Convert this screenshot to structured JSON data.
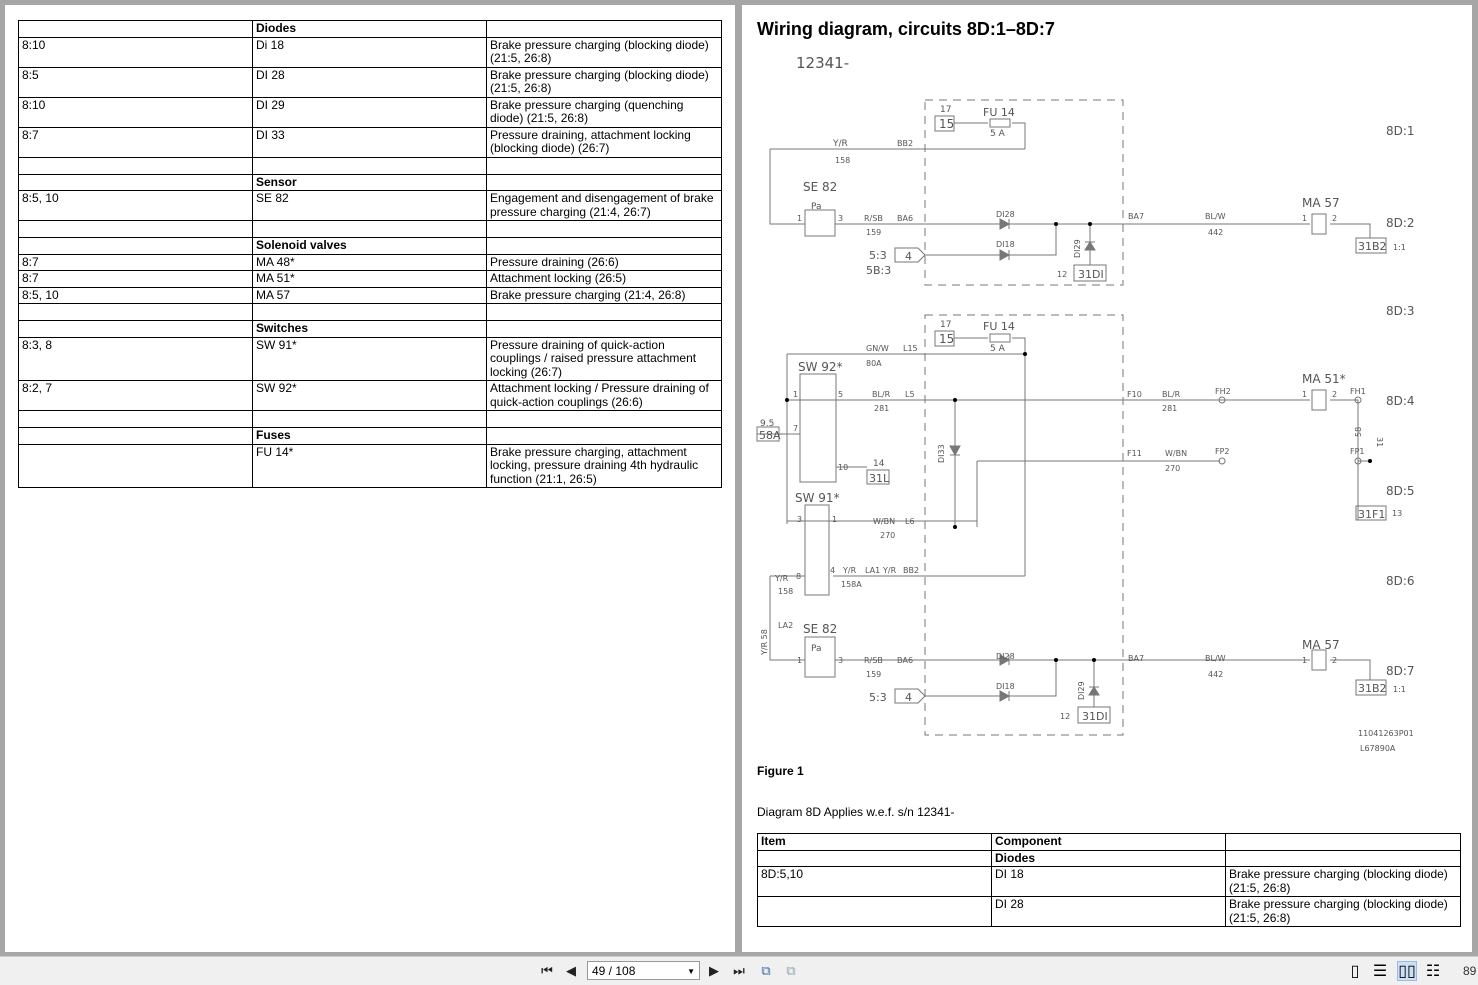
{
  "left_page": {
    "table": [
      {
        "type": "header",
        "cells": [
          "",
          "Diodes",
          ""
        ]
      },
      {
        "cells": [
          "8:10",
          "Di 18",
          "Brake pressure charging (blocking diode) (21:5, 26:8)"
        ]
      },
      {
        "cells": [
          "8:5",
          "DI 28",
          "Brake pressure charging (blocking diode) (21:5, 26:8)"
        ]
      },
      {
        "cells": [
          "8:10",
          "DI 29",
          "Brake pressure charging (quenching diode) (21:5, 26:8)"
        ]
      },
      {
        "cells": [
          "8:7",
          "DI 33",
          "Pressure draining, attachment locking (blocking diode) (26:7)"
        ]
      },
      {
        "type": "empty",
        "cells": [
          "",
          "",
          ""
        ]
      },
      {
        "type": "header",
        "cells": [
          "",
          "Sensor",
          ""
        ]
      },
      {
        "cells": [
          "8:5, 10",
          "SE 82",
          "Engagement and disengagement of brake pressure charging (21:4, 26:7)"
        ]
      },
      {
        "type": "empty",
        "cells": [
          "",
          "",
          ""
        ]
      },
      {
        "type": "header",
        "cells": [
          "",
          "Solenoid valves",
          ""
        ]
      },
      {
        "cells": [
          "8:7",
          "MA 48*",
          "Pressure draining (26:6)"
        ]
      },
      {
        "cells": [
          "8:7",
          "MA 51*",
          "Attachment locking (26:5)"
        ]
      },
      {
        "cells": [
          "8:5, 10",
          "MA 57",
          "Brake pressure charging (21:4, 26:8)"
        ]
      },
      {
        "type": "empty",
        "cells": [
          "",
          "",
          ""
        ]
      },
      {
        "type": "header",
        "cells": [
          "",
          "Switches",
          ""
        ]
      },
      {
        "cells": [
          "8:3, 8",
          "SW 91*",
          "Pressure draining of quick-action couplings / raised pressure attachment locking (26:7)"
        ]
      },
      {
        "cells": [
          "8:2, 7",
          "SW 92*",
          "Attachment locking / Pressure draining of quick-action couplings (26:6)"
        ]
      },
      {
        "type": "empty",
        "cells": [
          "",
          "",
          ""
        ]
      },
      {
        "type": "header",
        "cells": [
          "",
          "Fuses",
          ""
        ]
      },
      {
        "cells": [
          "",
          "FU 14*",
          "Brake pressure charging, attachment locking, pressure draining 4th hydraulic function (21:1, 26:5)"
        ]
      }
    ]
  },
  "right_page": {
    "title": "Wiring diagram, circuits 8D:1–8D:7",
    "figure_label": "Figure 1",
    "applies_text": "Diagram 8D Applies w.e.f. s/n 12341-",
    "table": [
      {
        "type": "header",
        "cells": [
          "Item",
          "Component",
          ""
        ]
      },
      {
        "type": "header",
        "cells": [
          "",
          "Diodes",
          ""
        ]
      },
      {
        "cells": [
          "8D:5,10",
          "DI 18",
          "Brake pressure charging (blocking diode) (21:5, 26:8)"
        ]
      },
      {
        "cells": [
          "",
          "DI 28",
          "Brake pressure charging (blocking diode) (21:5, 26:8)"
        ]
      }
    ]
  },
  "diagram": {
    "labels": [
      "12341-",
      "17",
      "15",
      "FU 14",
      "5 A",
      "Y/R",
      "158",
      "BB2",
      "SE 82",
      "Pa",
      "1",
      "3",
      "R/SB",
      "159",
      "BA6",
      "DI28",
      "DI18",
      "4",
      "5:3",
      "5B:3",
      "DI29",
      "12",
      "31DI",
      "BA7",
      "BL/W",
      "442",
      "MA 57",
      "1",
      "2",
      "31B2",
      "1:1",
      "8D:1",
      "8D:2",
      "17",
      "15",
      "FU 14",
      "5 A",
      "GN/W",
      "80A",
      "L15",
      "SW 92*",
      "1",
      "5",
      "BL/R",
      "281",
      "L5",
      "9.5",
      "58A",
      "7",
      "10",
      "14",
      "31L",
      "DI33",
      "F10",
      "BL/R",
      "281",
      "FH2",
      "MA 51*",
      "1",
      "2",
      "FH1",
      "58",
      "31",
      "F11",
      "W/BN",
      "270",
      "FP2",
      "FP1",
      "31F1",
      "13",
      "8D:3",
      "8D:4",
      "8D:5",
      "SW 91*",
      "3",
      "1",
      "W/BN",
      "270",
      "L6",
      "8",
      "Y/R",
      "158",
      "4",
      "Y/R",
      "158A",
      "LA1",
      "Y/R",
      "BB2",
      "LA2",
      "Y/R 58",
      "8D:6",
      "SE 82",
      "Pa",
      "1",
      "3",
      "R/SB",
      "159",
      "BA6",
      "DI28",
      "DI18",
      "4",
      "5:3",
      "DI29",
      "12",
      "31DI",
      "BA7",
      "BL/W",
      "442",
      "MA 57",
      "1",
      "2",
      "31B2",
      "1:1",
      "8D:7",
      "11041263P01",
      "L67890A"
    ]
  },
  "toolbar": {
    "page_value": "49 / 108",
    "zoom_partial": "89",
    "icons": [
      "first-page-icon",
      "previous-page-icon",
      "next-page-icon",
      "last-page-icon",
      "fit-page-icon",
      "fit-width-icon",
      "single-page-view-icon",
      "continuous-view-icon",
      "two-page-view-icon",
      "two-page-continuous-view-icon"
    ],
    "active_view": "two-page-view"
  }
}
